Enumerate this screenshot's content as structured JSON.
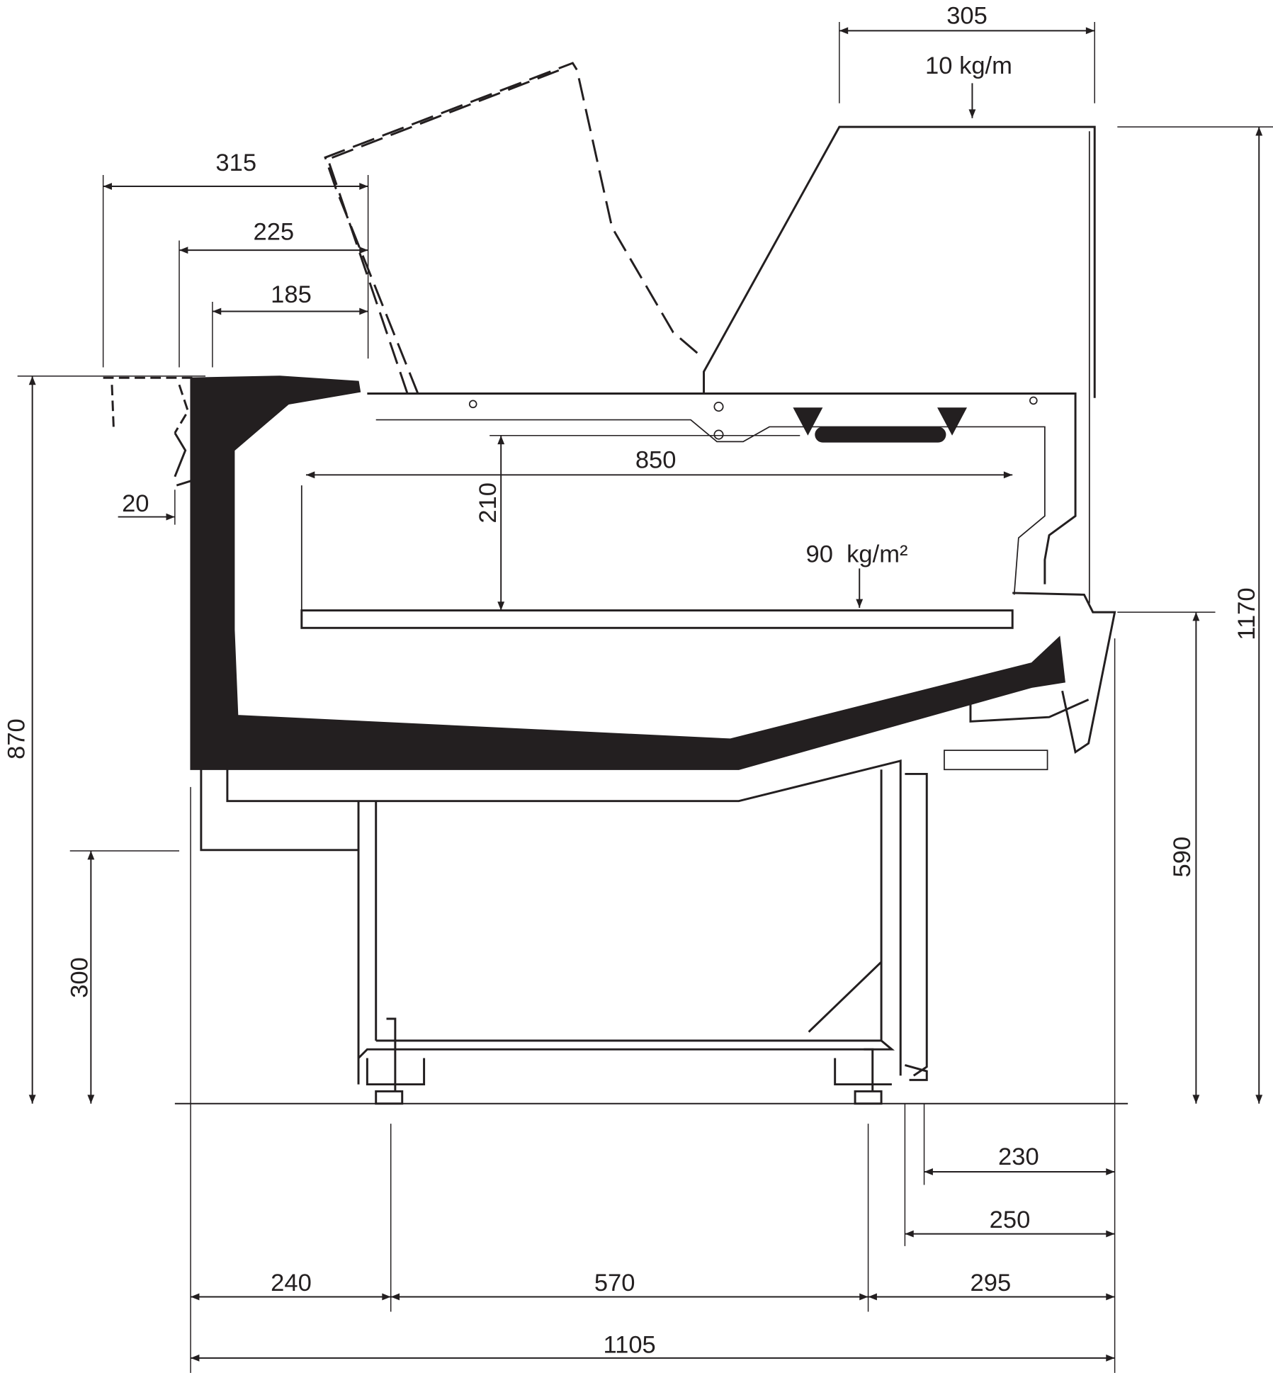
{
  "drawing": {
    "title": "Refrigerated display counter side section",
    "colors": {
      "line": "#231f20",
      "background": "#ffffff"
    },
    "dimensions": {
      "top_glass_width": "305",
      "top_load": "10 kg/m",
      "lid_open_315": "315",
      "lid_open_225": "225",
      "lid_open_185": "185",
      "edge_20": "20",
      "shelf_depth": "850",
      "shelf_height": "210",
      "shelf_load": "90  kg/m²",
      "counter_height": "870",
      "base_height": "300",
      "total_height": "1170",
      "rear_height": "590",
      "rear_230": "230",
      "rear_250": "250",
      "front_240": "240",
      "middle_570": "570",
      "rear_295": "295",
      "total_depth": "1105"
    }
  }
}
